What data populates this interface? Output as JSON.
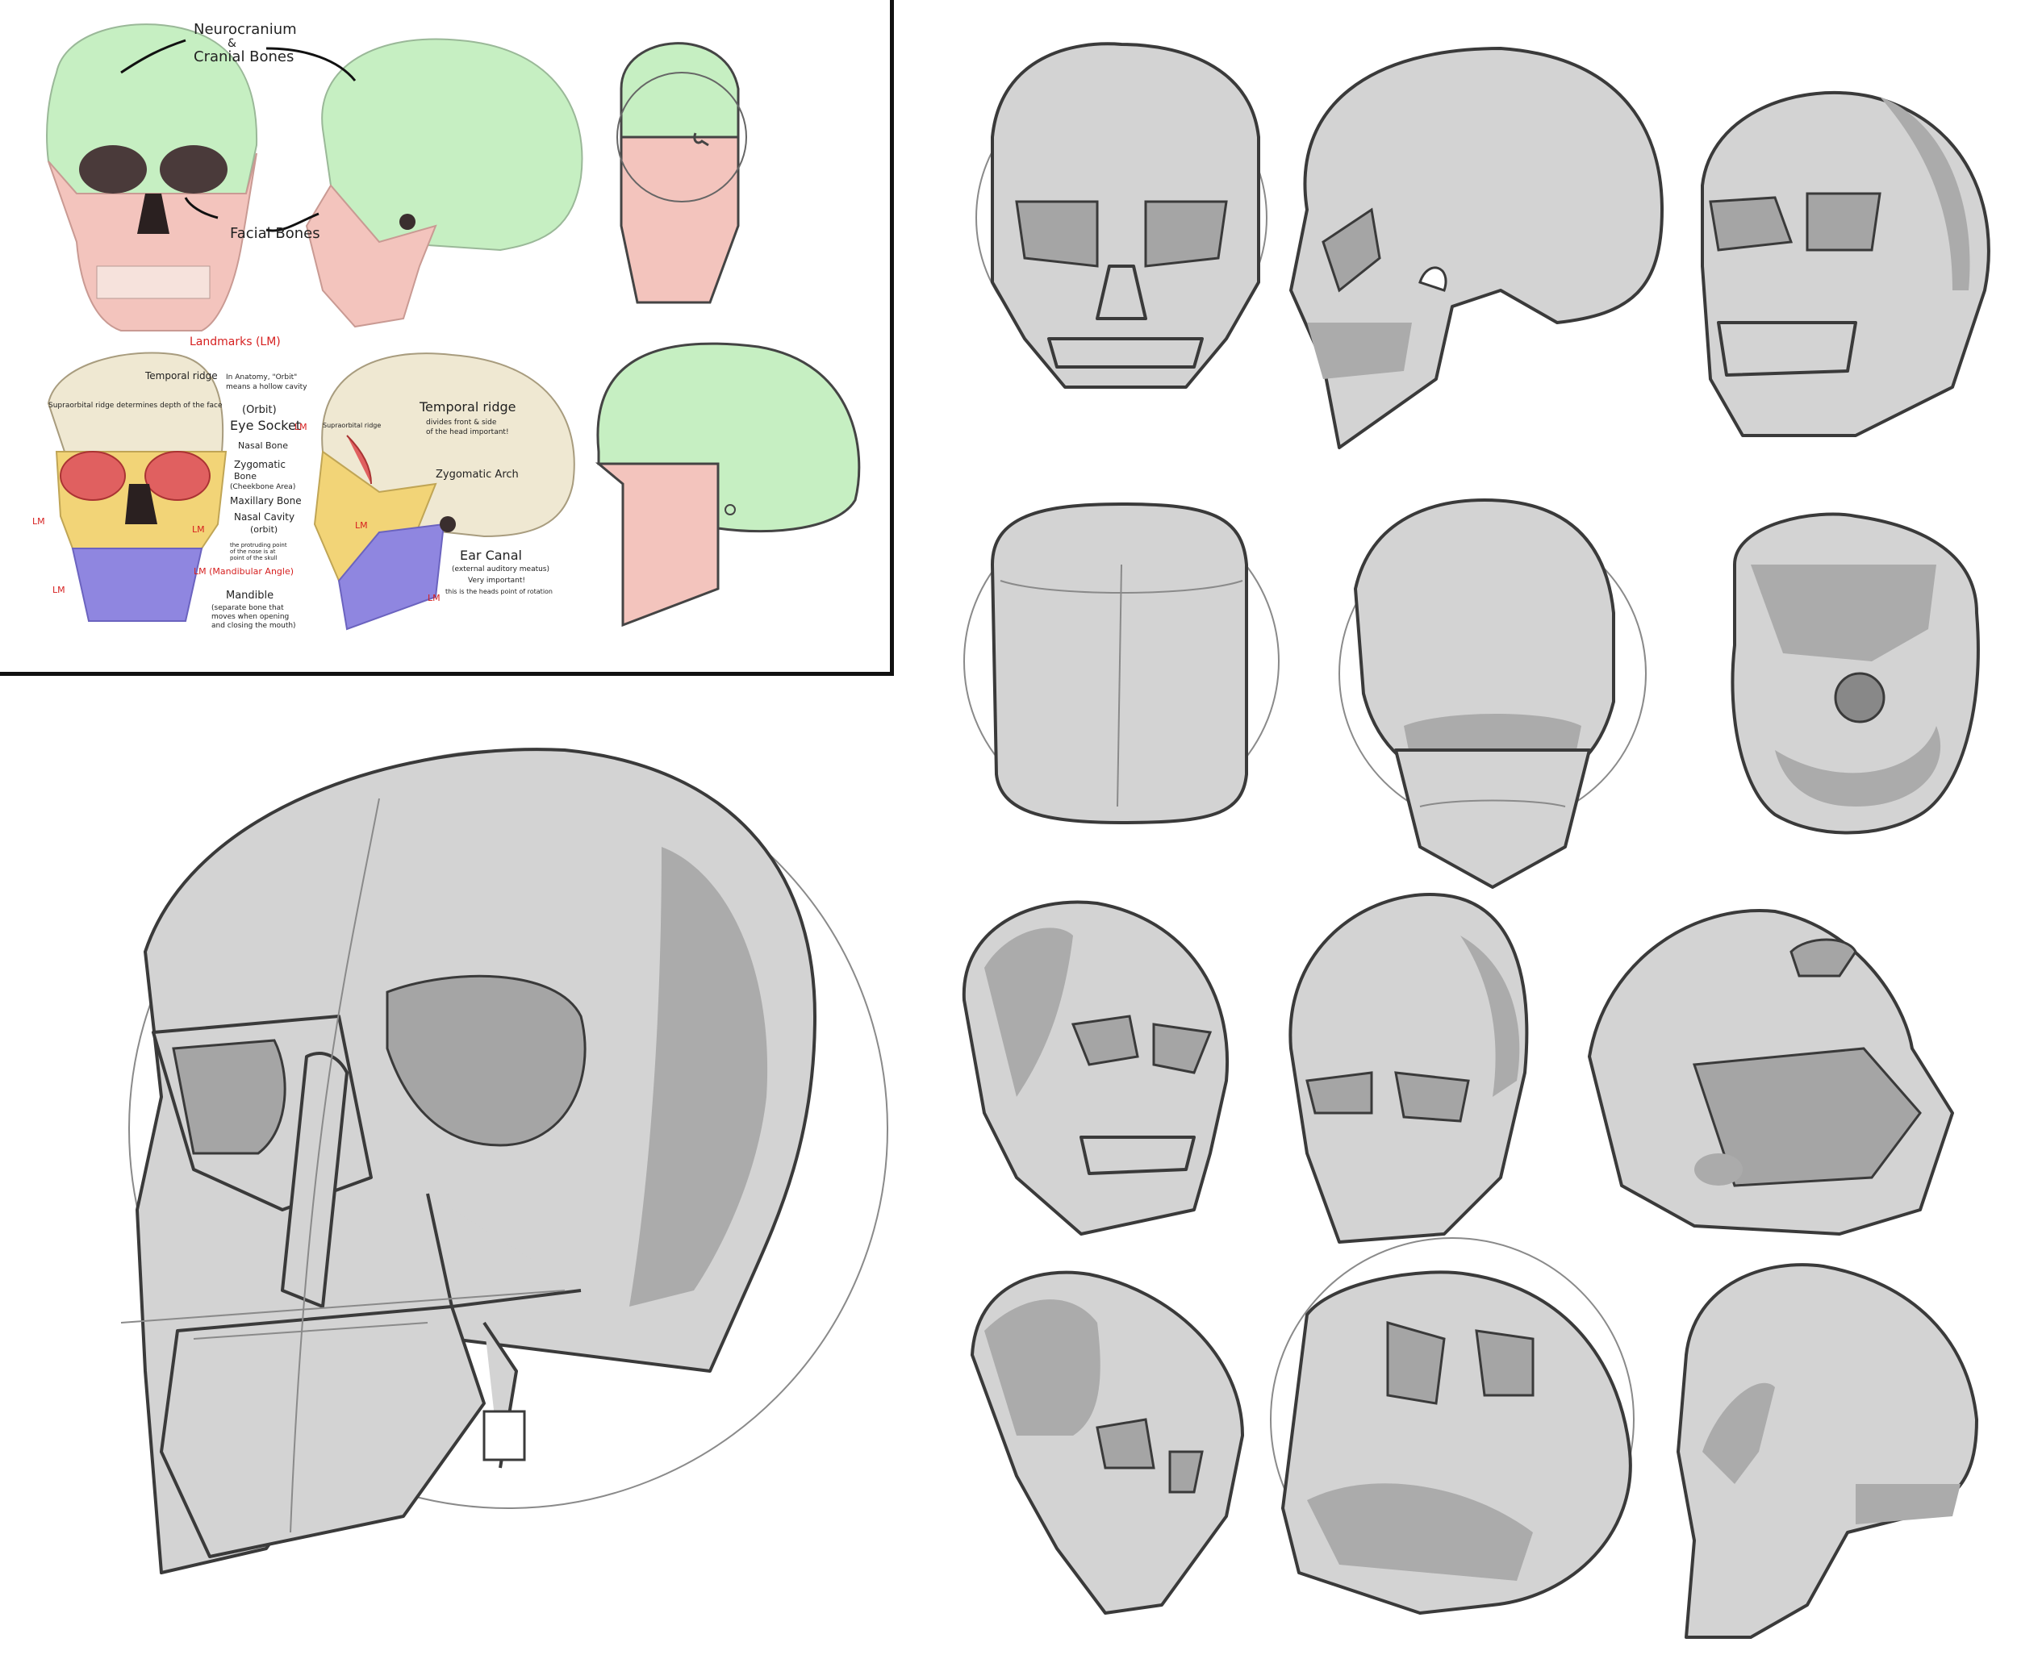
{
  "reference_sheet": {
    "top_row": {
      "neurocranium_label": "Neurocranium",
      "neurocranium_amp": "&",
      "cranial_bones_label": "Cranial Bones",
      "facial_bones_label": "Facial Bones"
    },
    "landmarks_heading": "Landmarks (LM)",
    "landmark_marker": "LM",
    "bottom_left_notes": {
      "temporal_ridge_front": "Temporal ridge",
      "supraorbital_note": "Supraorbital ridge determines depth of the face",
      "orbit_note_1": "In Anatomy, \"Orbit\"",
      "orbit_note_2": "means a hollow cavity",
      "orbit_paren": "(Orbit)",
      "eye_socket": "Eye Socket",
      "nasal_bone": "Nasal Bone",
      "zygomatic_bone_1": "Zygomatic",
      "zygomatic_bone_2": "Bone",
      "cheekbone_area": "(Cheekbone Area)",
      "maxillary_bone": "Maxillary Bone",
      "nasal_cavity": "Nasal Cavity",
      "nasal_orbit": "(orbit)",
      "protruding_note_1": "the protruding point",
      "protruding_note_2": "of the nose is at",
      "protruding_note_3": "point of the skull",
      "mandibular_angle": "LM (Mandibular Angle)",
      "mandible": "Mandible",
      "mandible_note_1": "(separate bone that",
      "mandible_note_2": "moves when opening",
      "mandible_note_3": "and closing the mouth)"
    },
    "bottom_right_notes": {
      "supraorbital_ridge_small": "Supraorbital ridge",
      "temporal_ridge": "Temporal ridge",
      "temporal_note_1": "divides front & side",
      "temporal_note_2": "of the head important!",
      "zygomatic_arch": "Zygomatic Arch",
      "ear_canal": "Ear Canal",
      "ear_note_1": "(external auditory meatus)",
      "ear_note_2": "Very important!",
      "ear_note_3": "this is the heads point of rotation"
    }
  },
  "colors": {
    "cranial": "#c6efc2",
    "facial": "#f3c4bd",
    "sketch_fill": "#d3d3d3",
    "sketch_shadow": "#ababab",
    "line": "#3a3a3a",
    "ink": "#111111",
    "label_red": "#d62020",
    "lm_yellow": "#f2d477",
    "lm_blue": "#8f86e0",
    "lm_cream": "#efe8d2"
  },
  "sketch_views": [
    "front",
    "side",
    "three-quarter",
    "top",
    "back",
    "bottom",
    "three-quarter-low",
    "three-quarter-high",
    "tilted-bottom",
    "three-quarter-turned",
    "upside-down",
    "back-three-quarter"
  ]
}
